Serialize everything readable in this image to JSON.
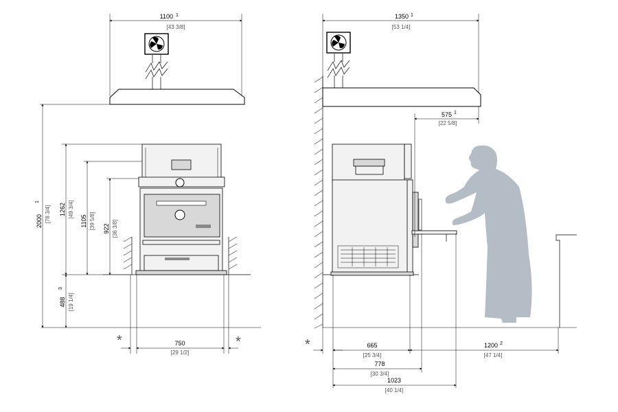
{
  "front_view": {
    "width_top": {
      "value": "1100",
      "note": "1",
      "inch": "[43 3/8]"
    },
    "height_total": {
      "value": "2000",
      "note": "1",
      "inch": "[78 3/4]"
    },
    "height_1262": {
      "value": "1262",
      "inch": "[49 3/4]"
    },
    "height_1105": {
      "value": "1105",
      "inch": "[39 5/8]"
    },
    "height_922": {
      "value": "922",
      "inch": "[36 3/8]"
    },
    "height_488": {
      "value": "488",
      "note": "3",
      "inch": "[19 1/4]"
    },
    "width_bottom": {
      "value": "750",
      "inch": "[29 1/2]"
    },
    "star_left": "*",
    "star_right": "*"
  },
  "side_view": {
    "width_top": {
      "value": "1350",
      "note": "1",
      "inch": "[53 1/4]"
    },
    "depth_575": {
      "value": "575",
      "note": "1",
      "inch": "[22 5/8]"
    },
    "depth_665": {
      "value": "665",
      "inch": "[25 3/4]"
    },
    "depth_778": {
      "value": "778",
      "inch": "[30 3/4]"
    },
    "depth_1023": {
      "value": "1023",
      "inch": "[40 1/4]"
    },
    "clearance_1200": {
      "value": "1200",
      "note": "2",
      "inch": "[47 1/4]"
    },
    "star_left": "*"
  },
  "icons": [
    "fan-icon",
    "fan-icon",
    "zigzag-duct-icon",
    "person-silhouette-icon",
    "asterisk-icon"
  ],
  "colors": {
    "line": "#000000",
    "silhouette": "#b4bcc6",
    "hatch": "#333333",
    "text_imperial": "#555555"
  }
}
